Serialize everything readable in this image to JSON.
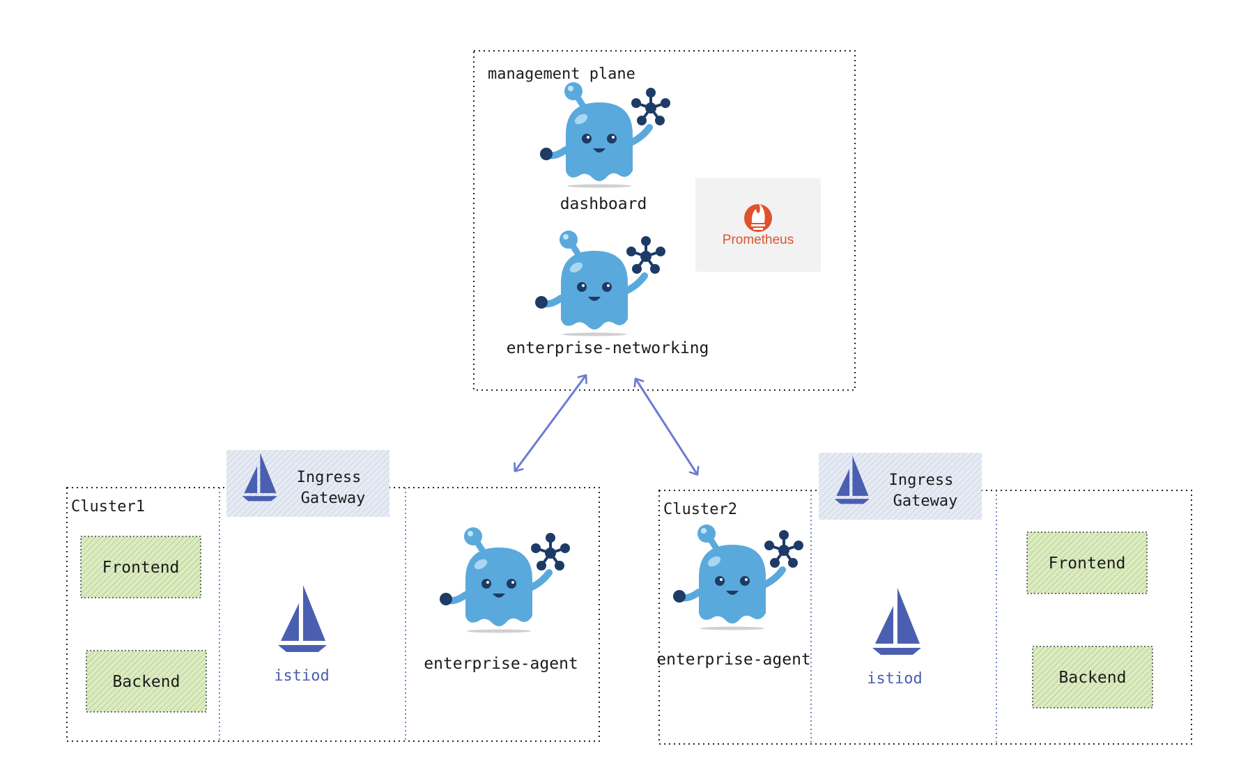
{
  "management_plane": {
    "title": "management plane",
    "dashboard": "dashboard",
    "networking": "enterprise-networking",
    "prometheus": "Prometheus"
  },
  "cluster1": {
    "title": "Cluster1",
    "frontend": "Frontend",
    "backend": "Backend",
    "ingress_line1": "Ingress",
    "ingress_line2": "Gateway",
    "istiod": "istiod",
    "agent": "enterprise-agent"
  },
  "cluster2": {
    "title": "Cluster2",
    "frontend": "Frontend",
    "backend": "Backend",
    "ingress_line1": "Ingress",
    "ingress_line2": "Gateway",
    "istiod": "istiod",
    "agent": "enterprise-agent"
  },
  "colors": {
    "mascot": "#5aa9dc",
    "service_box": "#dcebc2",
    "ingress_box": "#dde3ef",
    "istio": "#4a5fb0",
    "arrow": "#6d7bd0",
    "prometheus": "#e0522d",
    "prometheus_bg": "#f2f2f2"
  }
}
